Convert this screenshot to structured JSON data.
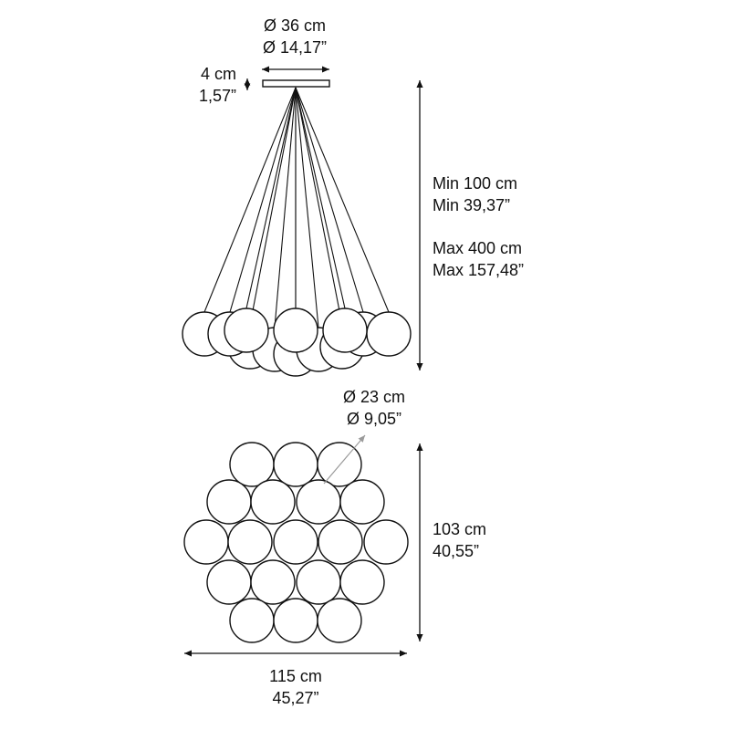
{
  "canopy": {
    "diameter_cm": "Ø 36 cm",
    "diameter_in": "Ø 14,17”",
    "height_cm": "4 cm",
    "height_in": "1,57”"
  },
  "drop": {
    "min_cm": "Min 100 cm",
    "min_in": "Min 39,37”",
    "max_cm": "Max 400 cm",
    "max_in": "Max 157,48”"
  },
  "sphere": {
    "diameter_cm": "Ø 23 cm",
    "diameter_in": "Ø 9,05”"
  },
  "plan": {
    "depth_cm": "103 cm",
    "depth_in": "40,55”",
    "width_cm": "115 cm",
    "width_in": "45,27”"
  },
  "colors": {
    "line": "#111111",
    "glass": "#ffffff",
    "leader": "#9a9a9a"
  }
}
